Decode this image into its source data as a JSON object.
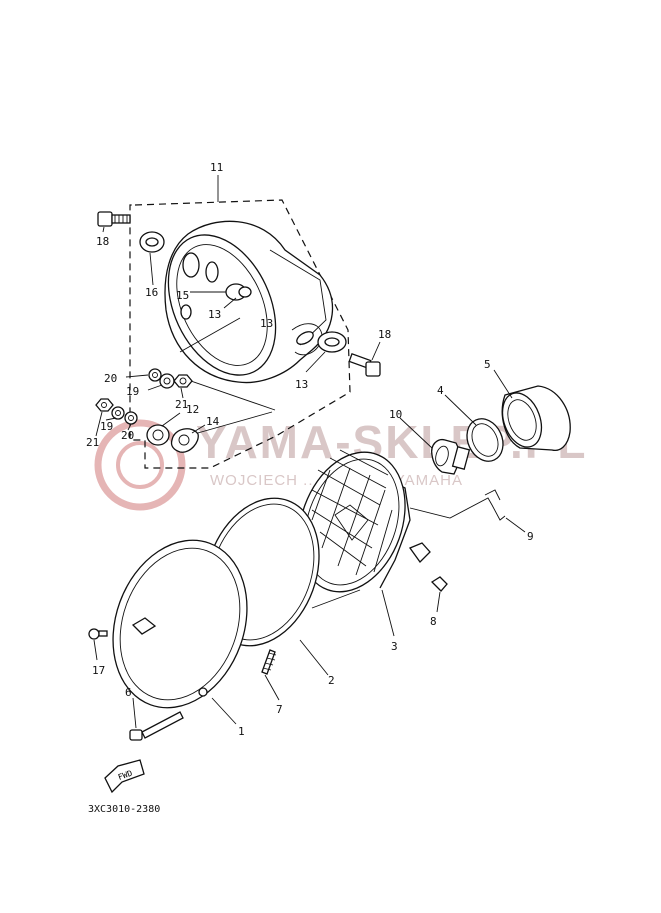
{
  "diagram_code": "3XC3010-2380",
  "fwd_label": "FWD",
  "watermark": {
    "main": "YAMA-SKLEP.PL",
    "sub": "WOJCIECH ... DEALER YAMAHA"
  },
  "callouts": {
    "c1": "1",
    "c2": "2",
    "c3": "3",
    "c4": "4",
    "c5": "5",
    "c6": "6",
    "c7": "7",
    "c8": "8",
    "c9": "9",
    "c10": "10",
    "c11": "11",
    "c12": "12",
    "c13a": "13",
    "c13b": "13",
    "c13c": "13",
    "c14": "14",
    "c15": "15",
    "c16": "16",
    "c17": "17",
    "c18a": "18",
    "c18b": "18",
    "c19a": "19",
    "c19b": "19",
    "c20a": "20",
    "c20b": "20",
    "c21a": "21",
    "c21b": "21"
  }
}
